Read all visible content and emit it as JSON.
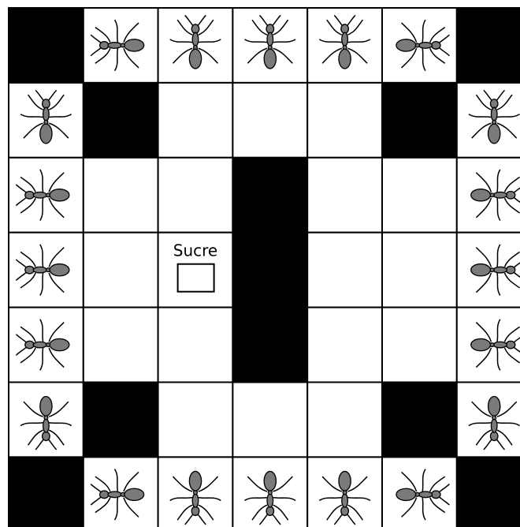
{
  "grid": {
    "rows": 7,
    "cols": 7,
    "black_color": "#000000",
    "white_color": "#ffffff",
    "line_color": "#000000",
    "ant_color": "#7a7a7a",
    "black_cells": [
      [
        0,
        0
      ],
      [
        0,
        6
      ],
      [
        1,
        1
      ],
      [
        1,
        5
      ],
      [
        2,
        3
      ],
      [
        3,
        3
      ],
      [
        4,
        3
      ],
      [
        5,
        1
      ],
      [
        5,
        5
      ],
      [
        6,
        0
      ],
      [
        6,
        6
      ]
    ]
  },
  "sugar": {
    "label": "Sucre",
    "row": 3,
    "col": 2
  },
  "ants": [
    {
      "row": 0,
      "col": 1,
      "heading": "left"
    },
    {
      "row": 0,
      "col": 2,
      "heading": "up"
    },
    {
      "row": 0,
      "col": 3,
      "heading": "up"
    },
    {
      "row": 0,
      "col": 4,
      "heading": "up"
    },
    {
      "row": 0,
      "col": 5,
      "heading": "right"
    },
    {
      "row": 1,
      "col": 0,
      "heading": "up"
    },
    {
      "row": 1,
      "col": 6,
      "heading": "up"
    },
    {
      "row": 2,
      "col": 0,
      "heading": "left"
    },
    {
      "row": 2,
      "col": 6,
      "heading": "right"
    },
    {
      "row": 3,
      "col": 0,
      "heading": "left"
    },
    {
      "row": 3,
      "col": 6,
      "heading": "right"
    },
    {
      "row": 4,
      "col": 0,
      "heading": "left"
    },
    {
      "row": 4,
      "col": 6,
      "heading": "right"
    },
    {
      "row": 5,
      "col": 0,
      "heading": "down"
    },
    {
      "row": 5,
      "col": 6,
      "heading": "down"
    },
    {
      "row": 6,
      "col": 1,
      "heading": "left"
    },
    {
      "row": 6,
      "col": 2,
      "heading": "down"
    },
    {
      "row": 6,
      "col": 3,
      "heading": "down"
    },
    {
      "row": 6,
      "col": 4,
      "heading": "down"
    },
    {
      "row": 6,
      "col": 5,
      "heading": "right"
    }
  ]
}
